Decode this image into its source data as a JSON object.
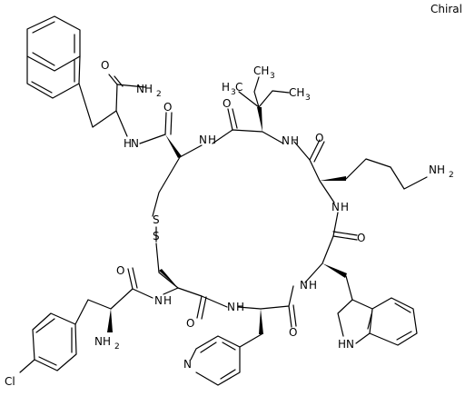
{
  "header": {
    "chiral_label": "Chiral"
  },
  "atom_labels": {
    "nh2_amide": "NH",
    "nh2_amide_sub": "2",
    "o": "O",
    "h": "H",
    "n": "N",
    "nh": "NH",
    "hn": "HN",
    "s": "S",
    "h3c": "H",
    "h3c_sub": "3",
    "c": "C",
    "ch3": "CH",
    "ch3_sub": "3",
    "nh2": "NH",
    "nh2_sub": "2",
    "cl": "Cl"
  },
  "colors": {
    "ink": "#000000",
    "background": "#ffffff"
  }
}
